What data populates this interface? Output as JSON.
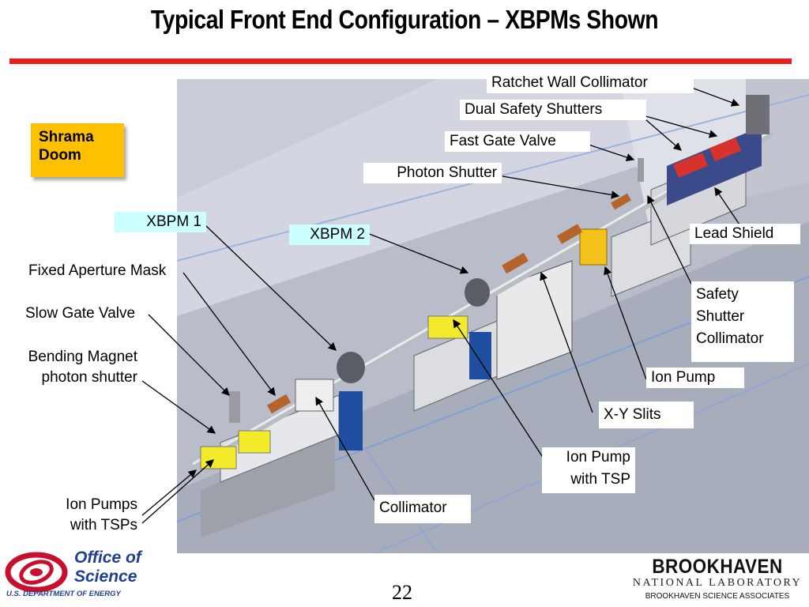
{
  "slide": {
    "title": "Typical Front End Configuration – XBPMs Shown",
    "page_number": "22",
    "sticky_note": "Shrama Doom"
  },
  "labels": {
    "ratchet_wall_collimator": "Ratchet Wall Collimator",
    "dual_safety_shutters": "Dual Safety Shutters",
    "fast_gate_valve": "Fast Gate Valve",
    "photon_shutter": "Photon Shutter",
    "lead_shield": "Lead Shield",
    "xbpm1": "XBPM 1",
    "xbpm2": "XBPM 2",
    "fixed_aperture_mask": "Fixed Aperture Mask",
    "slow_gate_valve": "Slow Gate Valve",
    "bending_magnet_line1": "Bending Magnet",
    "bending_magnet_line2": "photon shutter",
    "safety_shutter_line1": "Safety",
    "safety_shutter_line2": "Shutter",
    "safety_shutter_line3": "Collimator",
    "ion_pump": "Ion Pump",
    "xy_slits": "X-Y Slits",
    "ion_pump_tsp_line1": "Ion Pump",
    "ion_pump_tsp_line2": "with TSP",
    "ion_pumps_tsps_line1": "Ion Pumps",
    "ion_pumps_tsps_line2": "with TSPs",
    "collimator": "Collimator"
  },
  "logos": {
    "doe_line1": "Office of",
    "doe_line2": "Science",
    "doe_line3": "U.S. DEPARTMENT OF ENERGY",
    "bnl_name": "BROOKHAVEN",
    "bnl_sub": "NATIONAL LABORATORY",
    "bnl_assoc": "BROOKHAVEN SCIENCE ASSOCIATES"
  },
  "colors": {
    "title_rule": "#e8201e",
    "sticky": "#ffc000",
    "callout_highlight": "#ccffff",
    "doe_red": "#c8102e",
    "doe_blue": "#1f3f8f"
  }
}
